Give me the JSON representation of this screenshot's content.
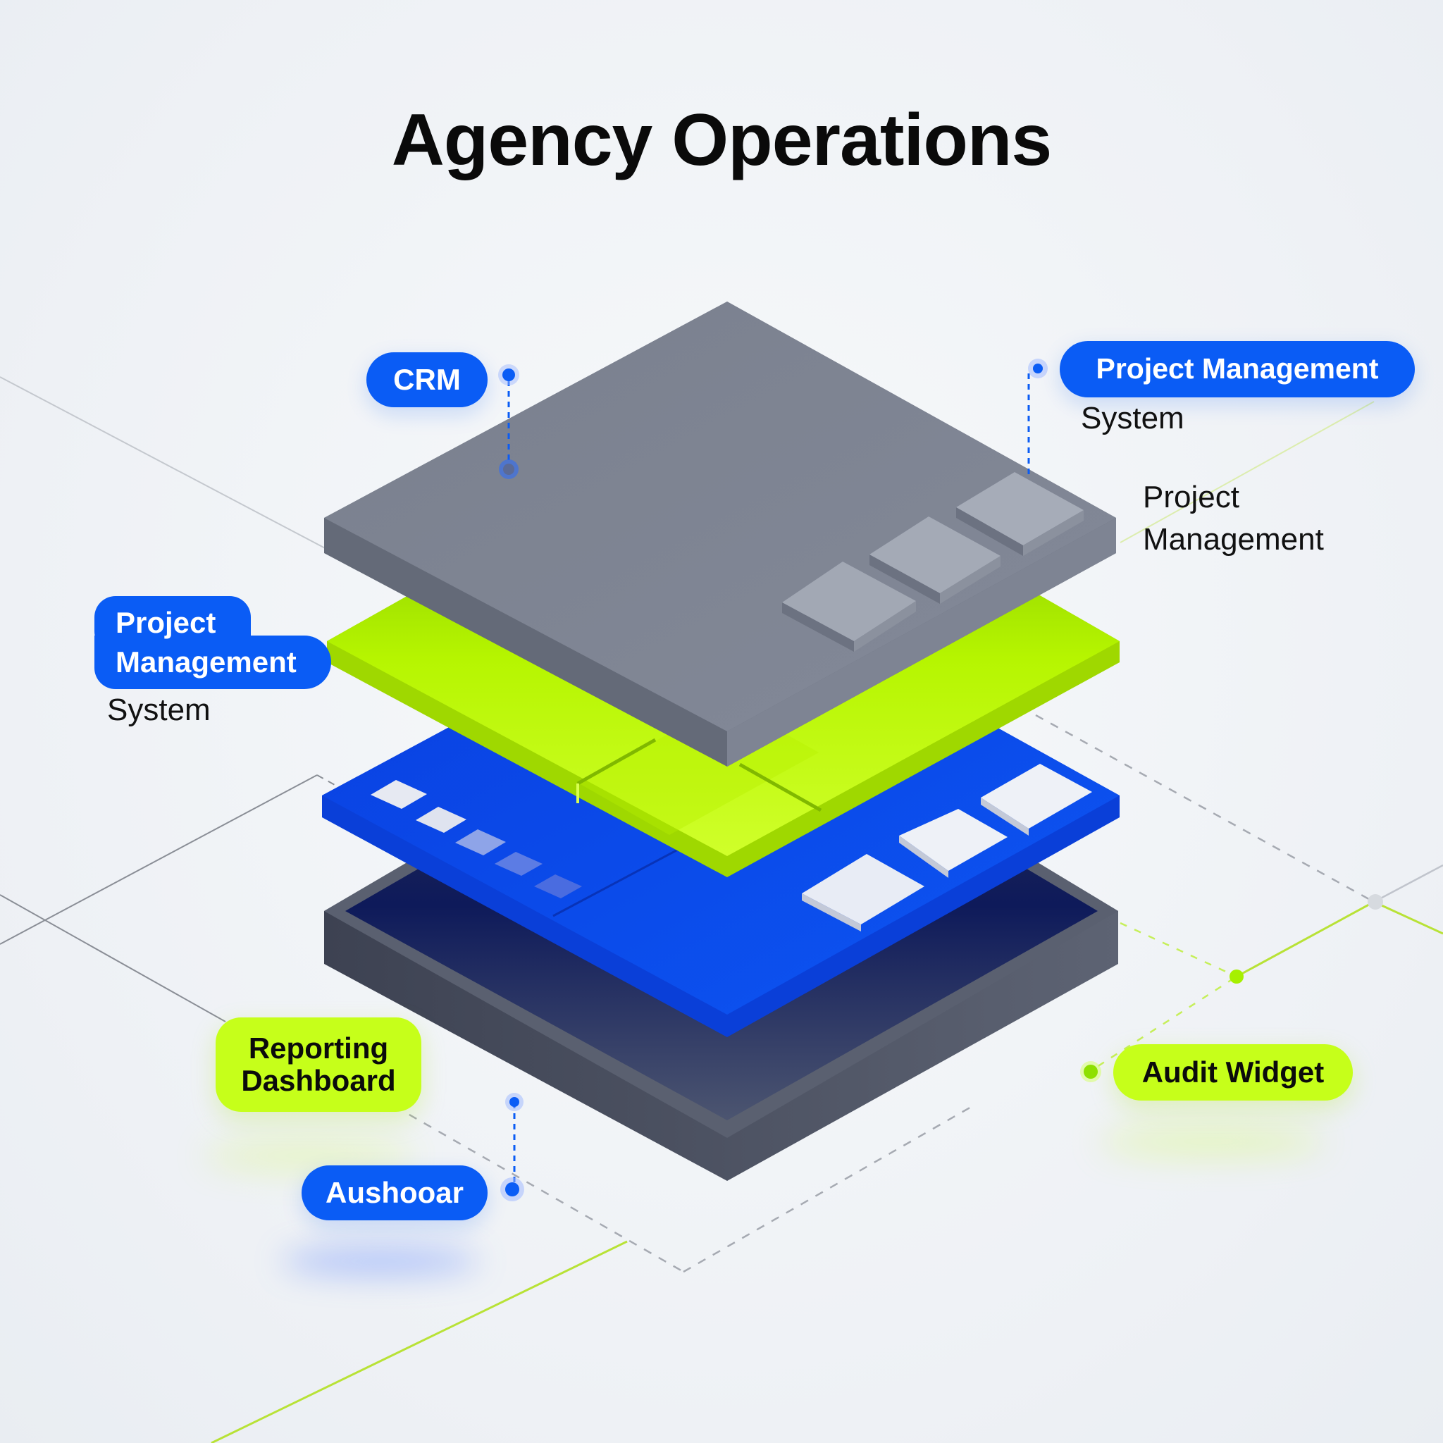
{
  "title": "Agency Operations",
  "colors": {
    "accent_blue": "#0a5cf5",
    "accent_lime": "#c6ff1a",
    "slab_gray": "#7b8190",
    "tray_dark": "#4b5163",
    "background": "#f1f4f7"
  },
  "layers": [
    {
      "name": "top-gray-slab",
      "color": "#7b8190",
      "tiles": 3
    },
    {
      "name": "lime-layer",
      "color": "#c6ff1a",
      "segments": 3
    },
    {
      "name": "blue-layer",
      "color": "#0a5cf5",
      "tiles": 3,
      "indicator_bars": 5
    },
    {
      "name": "base-tray",
      "color": "#4b5163"
    }
  ],
  "labels": {
    "crm": "CRM",
    "pm_top_right_pill": "Project Management",
    "pm_top_right_sub": "System",
    "pm_right_line1": "Project",
    "pm_right_line2": "Management",
    "pm_left_line1": "Project",
    "pm_left_line2": "Management",
    "pm_left_sub": "System",
    "reporting_line1": "Reporting",
    "reporting_line2": "Dashboard",
    "aushoar": "Aushooar",
    "audit_widget": "Audit Widget"
  }
}
